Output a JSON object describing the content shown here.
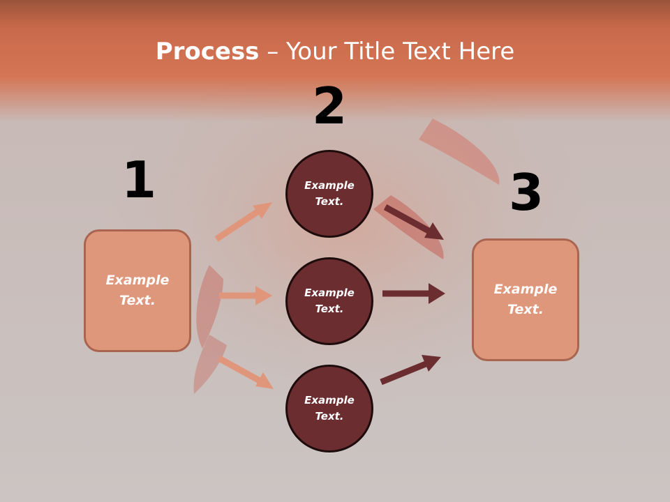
{
  "title": {
    "bold": "Process",
    "rest": " – Your Title Text Here"
  },
  "steps": [
    {
      "number": "1",
      "box_text": "Example Text."
    },
    {
      "number": "2",
      "circles": [
        "Example Text.",
        "Example Text.",
        "Example Text."
      ]
    },
    {
      "number": "3",
      "box_text": "Example Text."
    }
  ],
  "colors": {
    "header": "#d47655",
    "box_fill": "#df977c",
    "circle_fill": "#6b2d30",
    "arrow_light": "#e0967b",
    "arrow_dark": "#6b2d30"
  }
}
